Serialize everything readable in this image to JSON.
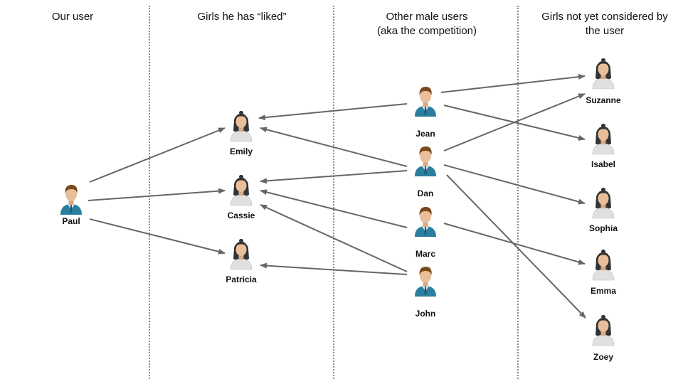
{
  "columns": {
    "our_user": "Our user",
    "liked": "Girls he has “liked”",
    "competition_line1": "Other male users",
    "competition_line2": "(aka the competition)",
    "not_considered_line1": "Girls not yet considered by",
    "not_considered_line2": "the user"
  },
  "colors": {
    "arrow": "#666666",
    "divider": "#8a8a8a",
    "male_shirt": "#2a7fa0",
    "male_hair": "#7a4a1c",
    "female_shirt": "#e0e0e0",
    "female_hair": "#333333",
    "skin": "#e8bf9a"
  },
  "nodes": {
    "paul": {
      "label": "Paul",
      "icon": "male-user-icon"
    },
    "emily": {
      "label": "Emily",
      "icon": "female-user-icon"
    },
    "cassie": {
      "label": "Cassie",
      "icon": "female-user-icon"
    },
    "patricia": {
      "label": "Patricia",
      "icon": "female-user-icon"
    },
    "jean": {
      "label": "Jean",
      "icon": "male-user-icon"
    },
    "dan": {
      "label": "Dan",
      "icon": "male-user-icon"
    },
    "marc": {
      "label": "Marc",
      "icon": "male-user-icon"
    },
    "john": {
      "label": "John",
      "icon": "male-user-icon"
    },
    "suzanne": {
      "label": "Suzanne",
      "icon": "female-user-icon"
    },
    "isabel": {
      "label": "Isabel",
      "icon": "female-user-icon"
    },
    "sophia": {
      "label": "Sophia",
      "icon": "female-user-icon"
    },
    "emma": {
      "label": "Emma",
      "icon": "female-user-icon"
    },
    "zoey": {
      "label": "Zoey",
      "icon": "female-user-icon"
    }
  },
  "edges": [
    [
      "paul",
      "emily"
    ],
    [
      "paul",
      "cassie"
    ],
    [
      "paul",
      "patricia"
    ],
    [
      "jean",
      "emily"
    ],
    [
      "jean",
      "suzanne"
    ],
    [
      "jean",
      "isabel"
    ],
    [
      "dan",
      "emily"
    ],
    [
      "dan",
      "cassie"
    ],
    [
      "dan",
      "suzanne"
    ],
    [
      "dan",
      "sophia"
    ],
    [
      "dan",
      "zoey"
    ],
    [
      "marc",
      "cassie"
    ],
    [
      "marc",
      "emma"
    ],
    [
      "john",
      "cassie"
    ],
    [
      "john",
      "patricia"
    ]
  ]
}
